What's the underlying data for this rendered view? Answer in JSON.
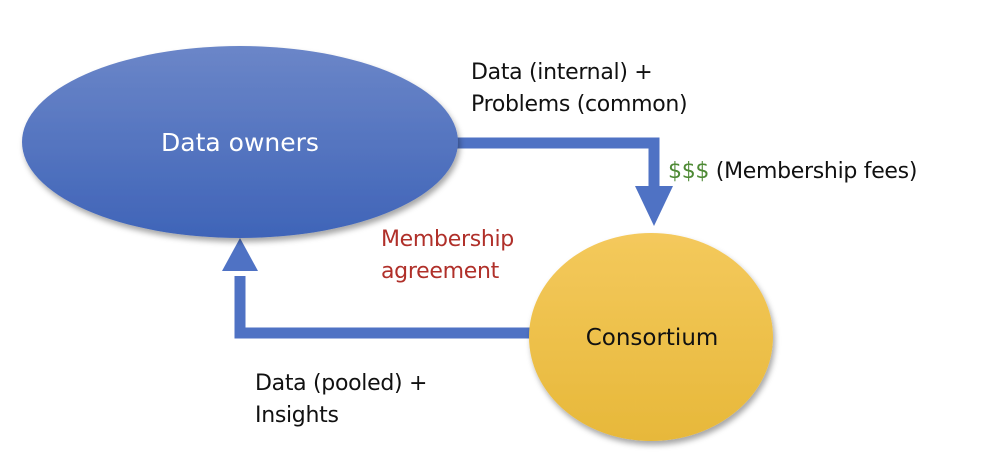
{
  "diagram": {
    "nodes": [
      {
        "id": "data-owners",
        "label": "Data owners",
        "fill_top": "#6b86c8",
        "fill_bottom": "#3f64b8",
        "text_color": "#ffffff"
      },
      {
        "id": "consortium",
        "label": "Consortium",
        "fill_top": "#f4c95c",
        "fill_bottom": "#e7b83a",
        "text_color": "#111111"
      }
    ],
    "edges": [
      {
        "from": "data-owners",
        "to": "consortium",
        "color": "#4f72c4",
        "label_lines": [
          "Data (internal) +",
          "Problems (common)"
        ]
      },
      {
        "from": "consortium",
        "to": "data-owners",
        "color": "#4f72c4",
        "label_lines": [
          "Data (pooled) +",
          "Insights"
        ]
      }
    ],
    "annotations": {
      "fees": {
        "symbol": "$$$",
        "symbol_color": "#4e8a35",
        "text": "(Membership fees)"
      },
      "agreement": {
        "lines": [
          "Membership",
          "agreement"
        ],
        "color": "#b0302a"
      }
    }
  }
}
